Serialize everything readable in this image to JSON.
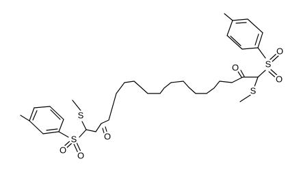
{
  "molecule": {
    "atoms": {
      "o_ketone_right": "O",
      "s_thio_right": "S",
      "s_sulfonyl_right": "S",
      "o_sulfonyl_right_a": "O",
      "o_sulfonyl_right_b": "O",
      "o_ketone_left": "O",
      "s_thio_left": "S",
      "s_sulfonyl_left": "S",
      "o_sulfonyl_left_a": "O",
      "o_sulfonyl_left_b": "O"
    }
  }
}
